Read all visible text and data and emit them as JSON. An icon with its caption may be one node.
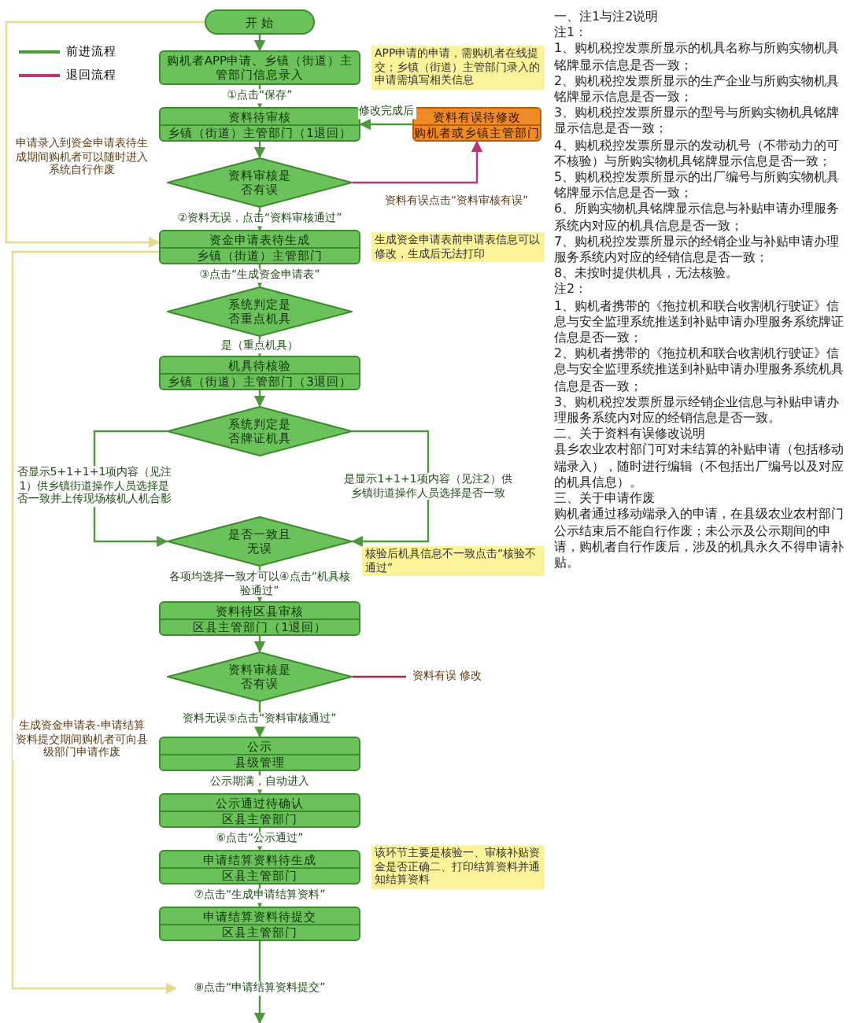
{
  "diagram": {
    "nodes": [
      {
        "text": [
          "开 始"
        ]
      },
      {
        "text": [
          "购机者APP申请、乡镇（街道）主管部门信息录入"
        ],
        "beside": [
          "APP申请的申请，需购机者在线提交；乡镇（街道）主管部门录入的申请需填写相关信息"
        ]
      },
      {
        "text": [
          "资料待审核",
          "乡镇（街道）主管部门（1退回）"
        ]
      },
      {
        "text": [
          "资料有误待修改",
          "购机者或乡镇主管部门"
        ]
      },
      {
        "text": [
          "资料审核是否有误"
        ]
      },
      {
        "text": [
          "资金申请表待生成",
          "乡镇（街道）主管部门"
        ],
        "beside": [
          "生成资金申请表前申请表信息可以修改，生成后无法打印"
        ]
      },
      {
        "text": [
          "系统判定是否重点机具"
        ]
      },
      {
        "text": [
          "机具待核验",
          "乡镇（街道）主管部门（3退回）"
        ]
      },
      {
        "text": [
          "系统判定是否牌证机具"
        ]
      },
      {
        "text": [
          "是否一致且无误"
        ],
        "beside": [
          "核验后机具信息不一致点击“核验不通过”"
        ]
      },
      {
        "text": [
          "资料待区县审核",
          "区县主管部门（1退回）"
        ]
      },
      {
        "text": [
          "资料审核是否有误"
        ]
      },
      {
        "text": [
          "公示",
          "县级管理"
        ]
      },
      {
        "text": [
          "公示通过待确认",
          "区县主管部门"
        ]
      },
      {
        "text": [
          "申请结算资料待生成",
          "区县主管部门"
        ],
        "beside": [
          "该环节主要是核验一、审核补贴资金是否正确二、打印结算资料并通知结算资料"
        ]
      },
      {
        "text": [
          "申请结算资料待提交",
          "区县主管部门"
        ]
      }
    ],
    "edges": [
      {
        "from": 0,
        "to": 1,
        "arrow": "to"
      },
      {
        "from": 1,
        "to": 2,
        "arrow": "to",
        "label": "①点击“保存”"
      },
      {
        "from": 2,
        "to": 4,
        "arrow": "to"
      },
      {
        "from": 4,
        "to": 3,
        "arrow": "to",
        "label": "资料有误点击“资料审核有误”",
        "color": "#c0307a"
      },
      {
        "from": 3,
        "to": 2,
        "arrow": "to",
        "label": "修改完成后"
      },
      {
        "from": 4,
        "to": 5,
        "arrow": "to",
        "label": "②资料无误，点击“资料审核通过”"
      },
      {
        "from": 0,
        "to": 5,
        "arrow": "to",
        "label": "申请录入到资金申请表待生成期间购机者可以随时进入系统自行作废",
        "color": "#e6d98c"
      },
      {
        "from": 5,
        "to": 6,
        "arrow": "to",
        "label": "③点击“生成资金申请表”"
      },
      {
        "from": 6,
        "to": 7,
        "arrow": "to",
        "label": "是（重点机具）"
      },
      {
        "from": 7,
        "to": 8,
        "arrow": "to"
      },
      {
        "from": 8,
        "to": 9,
        "arrow": "to",
        "label": "否显示5+1+1+1项内容（见注1）供乡镇街道操作人员选择是否一致并上传现场核机人机合影"
      },
      {
        "from": 8,
        "to": 9,
        "arrow": "to",
        "label": "是显示1+1+1项内容（见注2）供乡镇街道操作人员选择是否一致"
      },
      {
        "from": 9,
        "to": 10,
        "arrow": "to",
        "label": "各项均选择一致才可以④点击“机具核验通过”"
      },
      {
        "from": 10,
        "to": 11,
        "arrow": "to"
      },
      {
        "from": 11,
        "to": null,
        "arrow": "none",
        "label": "资料有误 修改",
        "color": "#a0304a"
      },
      {
        "from": 11,
        "to": 12,
        "arrow": "to",
        "label": "资料无误⑤点击“资料审核通过”"
      },
      {
        "from": 12,
        "to": 13,
        "arrow": "to",
        "label": "公示期满，自动进入"
      },
      {
        "from": 13,
        "to": 14,
        "arrow": "to",
        "label": "⑥点击“公示通过”"
      },
      {
        "from": 14,
        "to": 15,
        "arrow": "to",
        "label": "⑦点击“生成申请结算资料”"
      },
      {
        "from": 15,
        "to": null,
        "arrow": "to",
        "label": "⑧点击“申请结算资料提交”"
      },
      {
        "from": 5,
        "to": null,
        "arrow": "to",
        "label": "生成资金申请表-申请结算资料提交期间购机者可向县级部门申请作废",
        "color": "#e6d98c"
      }
    ],
    "labels": [
      "一、注1与注2说明",
      "注1：",
      "1、购机税控发票所显示的机具名称与所购实物机具铭牌显示信息是否一致；",
      "2、购机税控发票所显示的生产企业与所购实物机具铭牌显示信息是否一致；",
      "3、购机税控发票所显示的型号与所购实物机具铭牌显示信息是否一致；",
      "4、购机税控发票所显示的发动机号（不带动力的可不核验）与所购实物机具铭牌显示信息是否一致；",
      "5、购机税控发票所显示的出厂编号与所购实物机具铭牌显示信息是否一致；",
      "6、所购实物机具铭牌显示信息与补贴申请办理服务系统内对应的机具信息是否一致；",
      "7、购机税控发票所显示的经销企业与补贴申请办理服务系统内对应的经销信息是否一致；",
      "8、未按时提供机具，无法核验。",
      "注2：",
      "1、购机者携带的《拖拉机和联合收割机行驶证》信息与安全监理系统推送到补贴申请办理服务系统牌证信息是否一致；",
      "2、购机者携带的《拖拉机和联合收割机行驶证》信息与安全监理系统推送到补贴申请办理服务系统机具信息是否一致；",
      "3、购机税控发票所显示经销企业信息与补贴申请办理服务系统内对应的经销信息是否一致。",
      "二、关于资料有误修改说明",
      "县乡农业农村部门可对未结算的补贴申请（包括移动端录入），随时进行编辑（不包括出厂编号以及对应的机具信息）。",
      "三、关于申请作废",
      "购机者通过移动端录入的申请，在县级农业农村部门公示结束后不能自行作废；未公示及公示期间的申请，购机者自行作废后，涉及的机具永久不得申请补贴。"
    ],
    "legend": [
      {
        "text": "前进流程"
      },
      {
        "text": "退回流程"
      }
    ]
  }
}
